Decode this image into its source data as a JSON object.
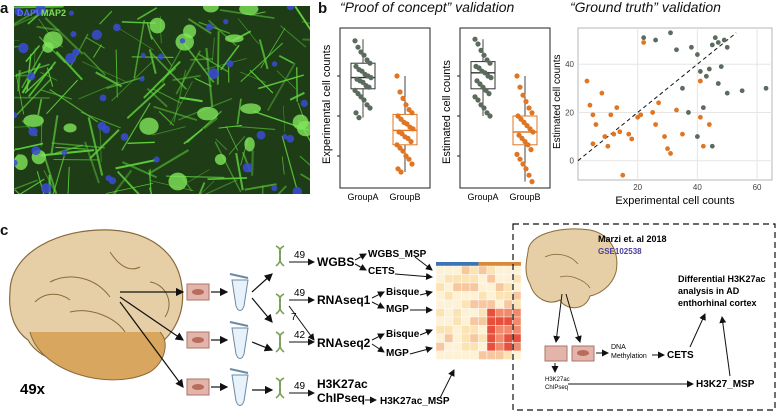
{
  "panel_a": {
    "letter": "a",
    "legend_dapi": "DAPI",
    "legend_map2": "MAP2"
  },
  "panel_b": {
    "letter": "b",
    "title_left": "“Proof of concept” validation",
    "title_right": "“Ground truth” validation"
  },
  "panel_c": {
    "letter": "c",
    "sample_count": "49x",
    "counts": [
      "49",
      "49",
      "7",
      "42",
      "49"
    ],
    "branches": [
      "WGBS",
      "RNAseq1",
      "RNAseq2",
      "H3K27ac ChIPseq"
    ],
    "methods": [
      "WGBS_MSP",
      "CETS",
      "Bisque",
      "MGP",
      "Bisque",
      "MGP",
      "H3K27ac_MSP"
    ],
    "ref_title": "Marzi et. al 2018",
    "ref_id": "GSE102538",
    "ref_result": "Differential H3K27ac analysis in AD enthorhinal cortex",
    "ref_dna": "DNA Methylation",
    "ref_chip": "H3K27ac ChIPseq",
    "ref_cets": "CETS",
    "ref_msp": "H3K27_MSP"
  },
  "colors": {
    "groupA": "#5b6b5d",
    "groupB": "#e07623",
    "green": "#5fd13c",
    "blue": "#3a4bd6"
  },
  "chart_data": [
    {
      "type": "box",
      "ylabel": "Experimental cell counts",
      "categories": [
        "GroupA",
        "GroupB"
      ],
      "series": [
        {
          "name": "GroupA",
          "q1": 0.62,
          "median": 0.69,
          "q3": 0.78,
          "whisker_low": 0.44,
          "whisker_high": 0.93,
          "points": [
            0.92,
            0.88,
            0.85,
            0.83,
            0.8,
            0.78,
            0.76,
            0.74,
            0.73,
            0.71,
            0.7,
            0.69,
            0.68,
            0.67,
            0.66,
            0.64,
            0.63,
            0.61,
            0.59,
            0.57,
            0.55,
            0.52,
            0.5,
            0.47,
            0.44
          ]
        },
        {
          "name": "GroupB",
          "q1": 0.27,
          "median": 0.36,
          "q3": 0.46,
          "whisker_low": 0.1,
          "whisker_high": 0.7,
          "points": [
            0.7,
            0.6,
            0.56,
            0.52,
            0.49,
            0.47,
            0.45,
            0.43,
            0.41,
            0.4,
            0.38,
            0.37,
            0.35,
            0.34,
            0.32,
            0.31,
            0.29,
            0.27,
            0.25,
            0.23,
            0.2,
            0.18,
            0.15,
            0.12,
            0.1
          ]
        }
      ]
    },
    {
      "type": "box",
      "ylabel": "Estimated cell counts",
      "categories": [
        "GroupA",
        "GroupB"
      ],
      "series": [
        {
          "name": "GroupA",
          "q1": 0.62,
          "median": 0.72,
          "q3": 0.79,
          "whisker_low": 0.45,
          "whisker_high": 0.93,
          "points": [
            0.93,
            0.9,
            0.86,
            0.83,
            0.8,
            0.78,
            0.76,
            0.75,
            0.73,
            0.72,
            0.7,
            0.69,
            0.67,
            0.65,
            0.63,
            0.61,
            0.59,
            0.57,
            0.55,
            0.52,
            0.5,
            0.47,
            0.45
          ]
        },
        {
          "name": "GroupB",
          "q1": 0.27,
          "median": 0.35,
          "q3": 0.45,
          "whisker_low": 0.04,
          "whisker_high": 0.7,
          "points": [
            0.7,
            0.63,
            0.58,
            0.54,
            0.5,
            0.47,
            0.45,
            0.43,
            0.41,
            0.39,
            0.37,
            0.35,
            0.33,
            0.31,
            0.29,
            0.27,
            0.24,
            0.21,
            0.18,
            0.15,
            0.12,
            0.08,
            0.04
          ]
        }
      ]
    },
    {
      "type": "scatter",
      "xlabel": "Experimental cell counts",
      "ylabel": "Estimated cell counts",
      "xlim": [
        0,
        65
      ],
      "ylim": [
        -8,
        55
      ],
      "x_ticks": [
        20,
        40,
        60
      ],
      "y_ticks": [
        0,
        20,
        40
      ],
      "diagonal": "y = x (dashed)",
      "series": [
        {
          "name": "GroupA",
          "points": [
            [
              22,
              51
            ],
            [
              26,
              50
            ],
            [
              31,
              53
            ],
            [
              33,
              46
            ],
            [
              38,
              47
            ],
            [
              40,
              44
            ],
            [
              41,
              37
            ],
            [
              43,
              35
            ],
            [
              44,
              38
            ],
            [
              45,
              48
            ],
            [
              46,
              51
            ],
            [
              47,
              49
            ],
            [
              49,
              50
            ],
            [
              50,
              47
            ],
            [
              48,
              39
            ],
            [
              47,
              32
            ],
            [
              50,
              28
            ],
            [
              55,
              29
            ],
            [
              63,
              30
            ],
            [
              42,
              22
            ],
            [
              37,
              20
            ],
            [
              45,
              6
            ],
            [
              40,
              10
            ],
            [
              35,
              30
            ]
          ]
        },
        {
          "name": "GroupB",
          "points": [
            [
              3,
              33
            ],
            [
              4,
              23
            ],
            [
              5,
              19
            ],
            [
              6,
              15
            ],
            [
              8,
              28
            ],
            [
              9,
              10
            ],
            [
              10,
              6
            ],
            [
              11,
              19
            ],
            [
              12,
              11
            ],
            [
              13,
              22
            ],
            [
              14,
              12
            ],
            [
              15,
              -6
            ],
            [
              17,
              11
            ],
            [
              18,
              9
            ],
            [
              20,
              18
            ],
            [
              21,
              19
            ],
            [
              22,
              49
            ],
            [
              25,
              20
            ],
            [
              26,
              15
            ],
            [
              27,
              24
            ],
            [
              29,
              10
            ],
            [
              30,
              5
            ],
            [
              31,
              3
            ],
            [
              33,
              21
            ],
            [
              35,
              11
            ],
            [
              41,
              33
            ],
            [
              41,
              18
            ],
            [
              42,
              6
            ],
            [
              44,
              15
            ],
            [
              5,
              7
            ]
          ]
        }
      ]
    }
  ]
}
